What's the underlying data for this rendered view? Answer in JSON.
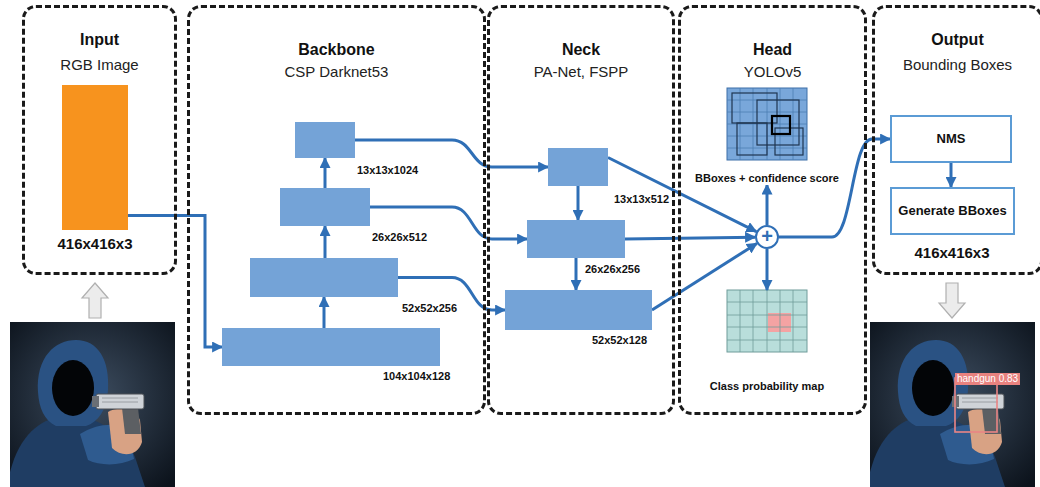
{
  "diagram": {
    "nodes": [
      {
        "text": [
          "Input",
          "RGB Image"
        ]
      },
      {
        "text": [
          "416x416x3"
        ],
        "in": 0
      },
      {
        "text": [
          "Backbone",
          "CSP Darknet53"
        ]
      },
      {
        "text": [
          "13x13x1024"
        ],
        "in": 2
      },
      {
        "text": [
          "26x26x512"
        ],
        "in": 2
      },
      {
        "text": [
          "52x52x256"
        ],
        "in": 2
      },
      {
        "text": [
          "104x104x128"
        ],
        "in": 2
      },
      {
        "text": [
          "Neck",
          "PA-Net, FSPP"
        ]
      },
      {
        "text": [
          "13x13x512"
        ],
        "in": 7
      },
      {
        "text": [
          "26x26x256"
        ],
        "in": 7
      },
      {
        "text": [
          "52x52x128"
        ],
        "in": 7
      },
      {
        "text": [
          "Head",
          "YOLOv5"
        ]
      },
      {
        "text": [
          "BBoxes + confidence score"
        ],
        "in": 11
      },
      {
        "text": [
          "+"
        ],
        "in": 11
      },
      {
        "text": [
          "Class probability map"
        ],
        "in": 11
      },
      {
        "text": [
          "Output",
          "Bounding Boxes"
        ]
      },
      {
        "text": [
          "NMS"
        ],
        "in": 15
      },
      {
        "text": [
          "Generate BBoxes"
        ],
        "in": 15
      }
    ],
    "edges": [
      {
        "from": 1,
        "to": 6,
        "arrow": "to"
      },
      {
        "from": 6,
        "to": 5,
        "arrow": "to"
      },
      {
        "from": 5,
        "to": 4,
        "arrow": "to"
      },
      {
        "from": 4,
        "to": 3,
        "arrow": "to"
      },
      {
        "from": 3,
        "to": 8,
        "arrow": "to"
      },
      {
        "from": 4,
        "to": 9,
        "arrow": "to"
      },
      {
        "from": 5,
        "to": 10,
        "arrow": "to"
      },
      {
        "from": 8,
        "to": 9,
        "arrow": "to"
      },
      {
        "from": 9,
        "to": 10,
        "arrow": "to"
      },
      {
        "from": 8,
        "to": 13,
        "arrow": "to"
      },
      {
        "from": 9,
        "to": 13,
        "arrow": "to"
      },
      {
        "from": 10,
        "to": 13,
        "arrow": "to"
      },
      {
        "from": 13,
        "to": 12,
        "arrow": "to"
      },
      {
        "from": 13,
        "to": 14,
        "arrow": "to"
      },
      {
        "from": 13,
        "to": 16,
        "arrow": "to"
      },
      {
        "from": 16,
        "to": 17,
        "arrow": "to"
      }
    ],
    "labels": [
      "416x416x3",
      "handgun 0.83"
    ]
  }
}
